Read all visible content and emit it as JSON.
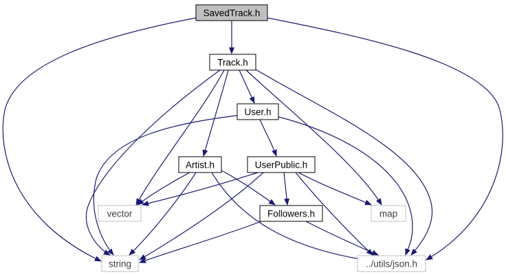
{
  "diagram": {
    "type": "include-dependency-graph",
    "colors": {
      "edge": "#191970",
      "root_fill": "#bfbfbf",
      "node_border": "#000000",
      "external_border": "#bfbfbf",
      "background": "#ffffff"
    },
    "nodes": [
      {
        "id": "savedtrack",
        "label": "SavedTrack.h",
        "kind": "root"
      },
      {
        "id": "track",
        "label": "Track.h",
        "kind": "file"
      },
      {
        "id": "user",
        "label": "User.h",
        "kind": "file"
      },
      {
        "id": "artist",
        "label": "Artist.h",
        "kind": "file"
      },
      {
        "id": "userpublic",
        "label": "UserPublic.h",
        "kind": "file"
      },
      {
        "id": "vector",
        "label": "vector",
        "kind": "external"
      },
      {
        "id": "followers",
        "label": "Followers.h",
        "kind": "file"
      },
      {
        "id": "map",
        "label": "map",
        "kind": "external"
      },
      {
        "id": "string",
        "label": "string",
        "kind": "external"
      },
      {
        "id": "json",
        "label": "../utils/json.h",
        "kind": "external"
      }
    ],
    "edges": [
      {
        "from": "savedtrack",
        "to": "track"
      },
      {
        "from": "savedtrack",
        "to": "string"
      },
      {
        "from": "savedtrack",
        "to": "json"
      },
      {
        "from": "track",
        "to": "user"
      },
      {
        "from": "track",
        "to": "artist"
      },
      {
        "from": "track",
        "to": "vector"
      },
      {
        "from": "track",
        "to": "string"
      },
      {
        "from": "track",
        "to": "map"
      },
      {
        "from": "track",
        "to": "json"
      },
      {
        "from": "user",
        "to": "userpublic"
      },
      {
        "from": "user",
        "to": "string"
      },
      {
        "from": "user",
        "to": "json"
      },
      {
        "from": "artist",
        "to": "vector"
      },
      {
        "from": "artist",
        "to": "followers"
      },
      {
        "from": "artist",
        "to": "string"
      },
      {
        "from": "artist",
        "to": "json"
      },
      {
        "from": "userpublic",
        "to": "vector"
      },
      {
        "from": "userpublic",
        "to": "followers"
      },
      {
        "from": "userpublic",
        "to": "map"
      },
      {
        "from": "userpublic",
        "to": "string"
      },
      {
        "from": "userpublic",
        "to": "json"
      },
      {
        "from": "followers",
        "to": "string"
      },
      {
        "from": "followers",
        "to": "json"
      }
    ]
  }
}
